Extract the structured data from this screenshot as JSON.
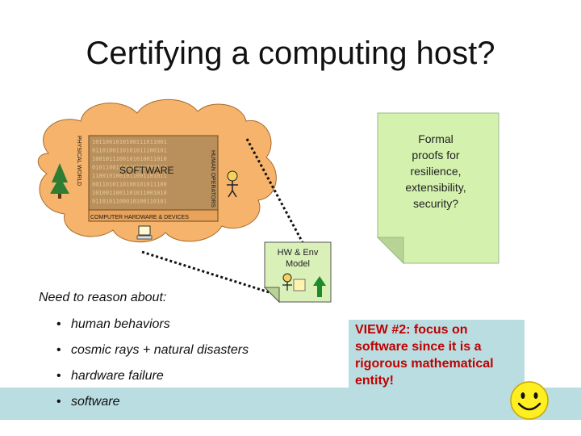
{
  "slide": {
    "title": "Certifying a computing host?"
  },
  "cloud": {
    "physical_world": "PHYSICAL WORLD",
    "software": "SOFTWARE",
    "human_operators": "HUMAN OPERATORS",
    "hardware_devices": "COMPUTER HARDWARE & DEVICES",
    "binary_rows": [
      "1011001010100111011001",
      "0110100110101011100101",
      "1001011100101010011010",
      "0101100111010110100110",
      "1100101001011001101011",
      "0011010110100101011100",
      "1010011001101011001010",
      "0110101100010100110101"
    ]
  },
  "note": {
    "lines": [
      "Formal",
      "proofs for",
      "resilience,",
      "extensibility,",
      "security?"
    ]
  },
  "hw_model": {
    "lines": [
      "HW & Env",
      "Model"
    ]
  },
  "reasoning": {
    "title": "Need to reason about:",
    "items": [
      "human behaviors",
      "cosmic rays + natural disasters",
      "hardware failure",
      "software"
    ]
  },
  "view": {
    "lines": [
      "VIEW #2: focus on",
      "software since it is a",
      "rigorous mathematical",
      "entity!"
    ]
  },
  "colors": {
    "cloud_fill": "#f5b36b",
    "note_fill": "#d4f2ae",
    "band": "#b9dde0",
    "view_text": "#c00000"
  }
}
